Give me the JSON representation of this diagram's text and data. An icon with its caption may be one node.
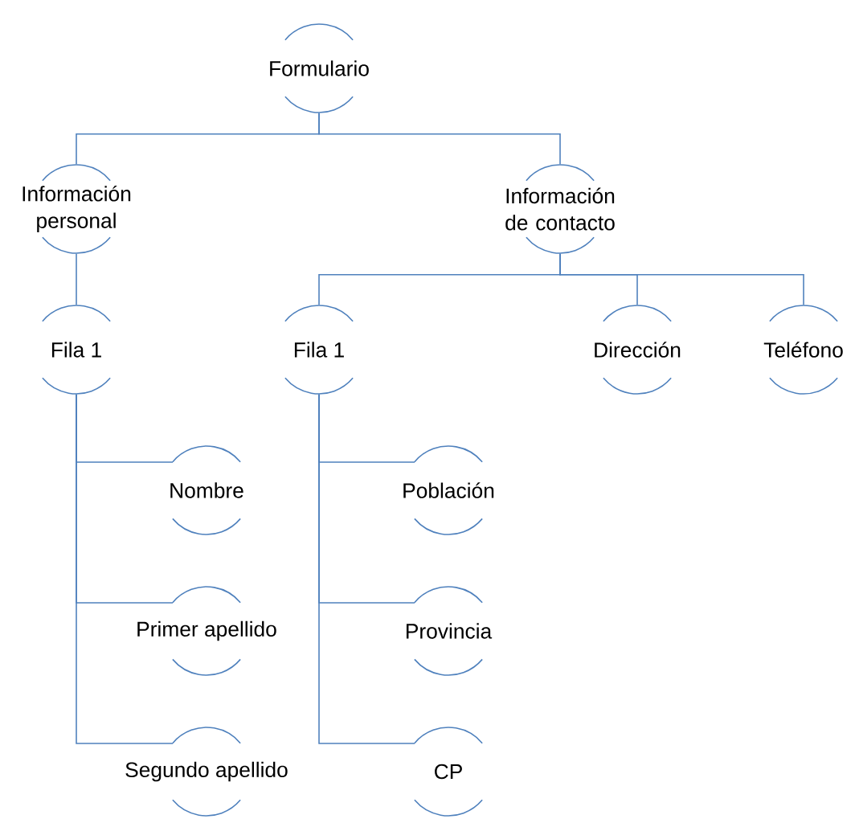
{
  "diagram": {
    "nodes": [
      {
        "text": [
          "Formulario"
        ]
      },
      {
        "text": [
          "Información personal"
        ]
      },
      {
        "text": [
          "Información de contacto"
        ]
      },
      {
        "text": [
          "Fila 1"
        ]
      },
      {
        "text": [
          "Fila 1"
        ]
      },
      {
        "text": [
          "Dirección"
        ]
      },
      {
        "text": [
          "Teléfono"
        ]
      },
      {
        "text": [
          "Nombre"
        ]
      },
      {
        "text": [
          "Primer apellido"
        ]
      },
      {
        "text": [
          "Segundo apellido"
        ]
      },
      {
        "text": [
          "Población"
        ]
      },
      {
        "text": [
          "Provincia"
        ]
      },
      {
        "text": [
          "CP"
        ]
      }
    ],
    "edges": [
      {
        "from": 0,
        "to": 1,
        "arrow": "none"
      },
      {
        "from": 0,
        "to": 2,
        "arrow": "none"
      },
      {
        "from": 1,
        "to": 3,
        "arrow": "none"
      },
      {
        "from": 2,
        "to": 4,
        "arrow": "none"
      },
      {
        "from": 2,
        "to": 5,
        "arrow": "none"
      },
      {
        "from": 2,
        "to": 6,
        "arrow": "none"
      },
      {
        "from": 3,
        "to": 7,
        "arrow": "none"
      },
      {
        "from": 3,
        "to": 8,
        "arrow": "none"
      },
      {
        "from": 3,
        "to": 9,
        "arrow": "none"
      },
      {
        "from": 4,
        "to": 10,
        "arrow": "none"
      },
      {
        "from": 4,
        "to": 11,
        "arrow": "none"
      },
      {
        "from": 4,
        "to": 12,
        "arrow": "none"
      }
    ]
  }
}
